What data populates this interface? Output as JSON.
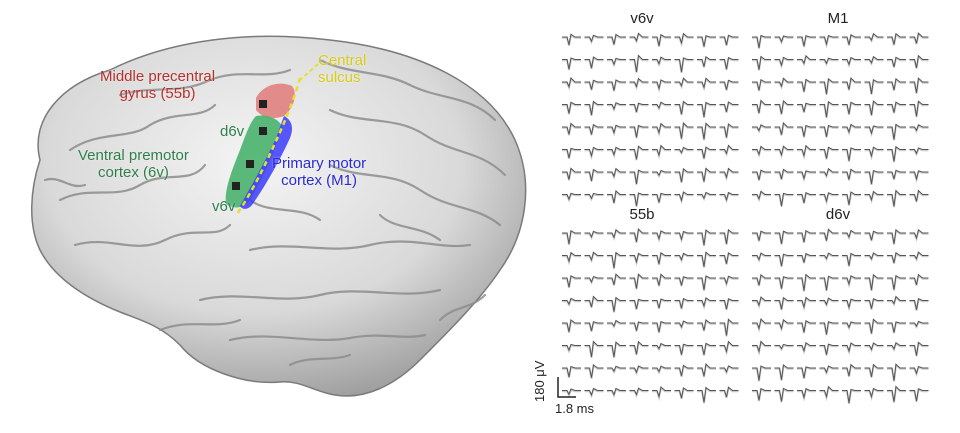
{
  "brain": {
    "labels": [
      {
        "key": "middle_precentral",
        "text": "Middle precentral\ngyrus (55b)",
        "color": "#b5302b"
      },
      {
        "key": "central_sulcus",
        "text": "Central\nsulcus",
        "color": "#d9cc17"
      },
      {
        "key": "d6v",
        "text": "d6v",
        "color": "#2e7f4b"
      },
      {
        "key": "ventral_premotor",
        "text": "Ventral premotor\ncortex (6v)",
        "color": "#2e7f4b"
      },
      {
        "key": "primary_motor",
        "text": "Primary motor\ncortex (M1)",
        "color": "#2a2ad6"
      },
      {
        "key": "v6v",
        "text": "v6v",
        "color": "#2e7f4b"
      }
    ],
    "region_colors": {
      "55b": "#e07a7a",
      "6v": "#3fae66",
      "M1": "#3b3bff",
      "sulcus": "#e6e02a"
    }
  },
  "panels": [
    {
      "title": "v6v"
    },
    {
      "title": "M1"
    },
    {
      "title": "55b"
    },
    {
      "title": "d6v"
    }
  ],
  "grid": {
    "rows": 8,
    "cols": 8
  },
  "scale_bar": {
    "voltage": "180 μV",
    "time": "1.8 ms"
  }
}
